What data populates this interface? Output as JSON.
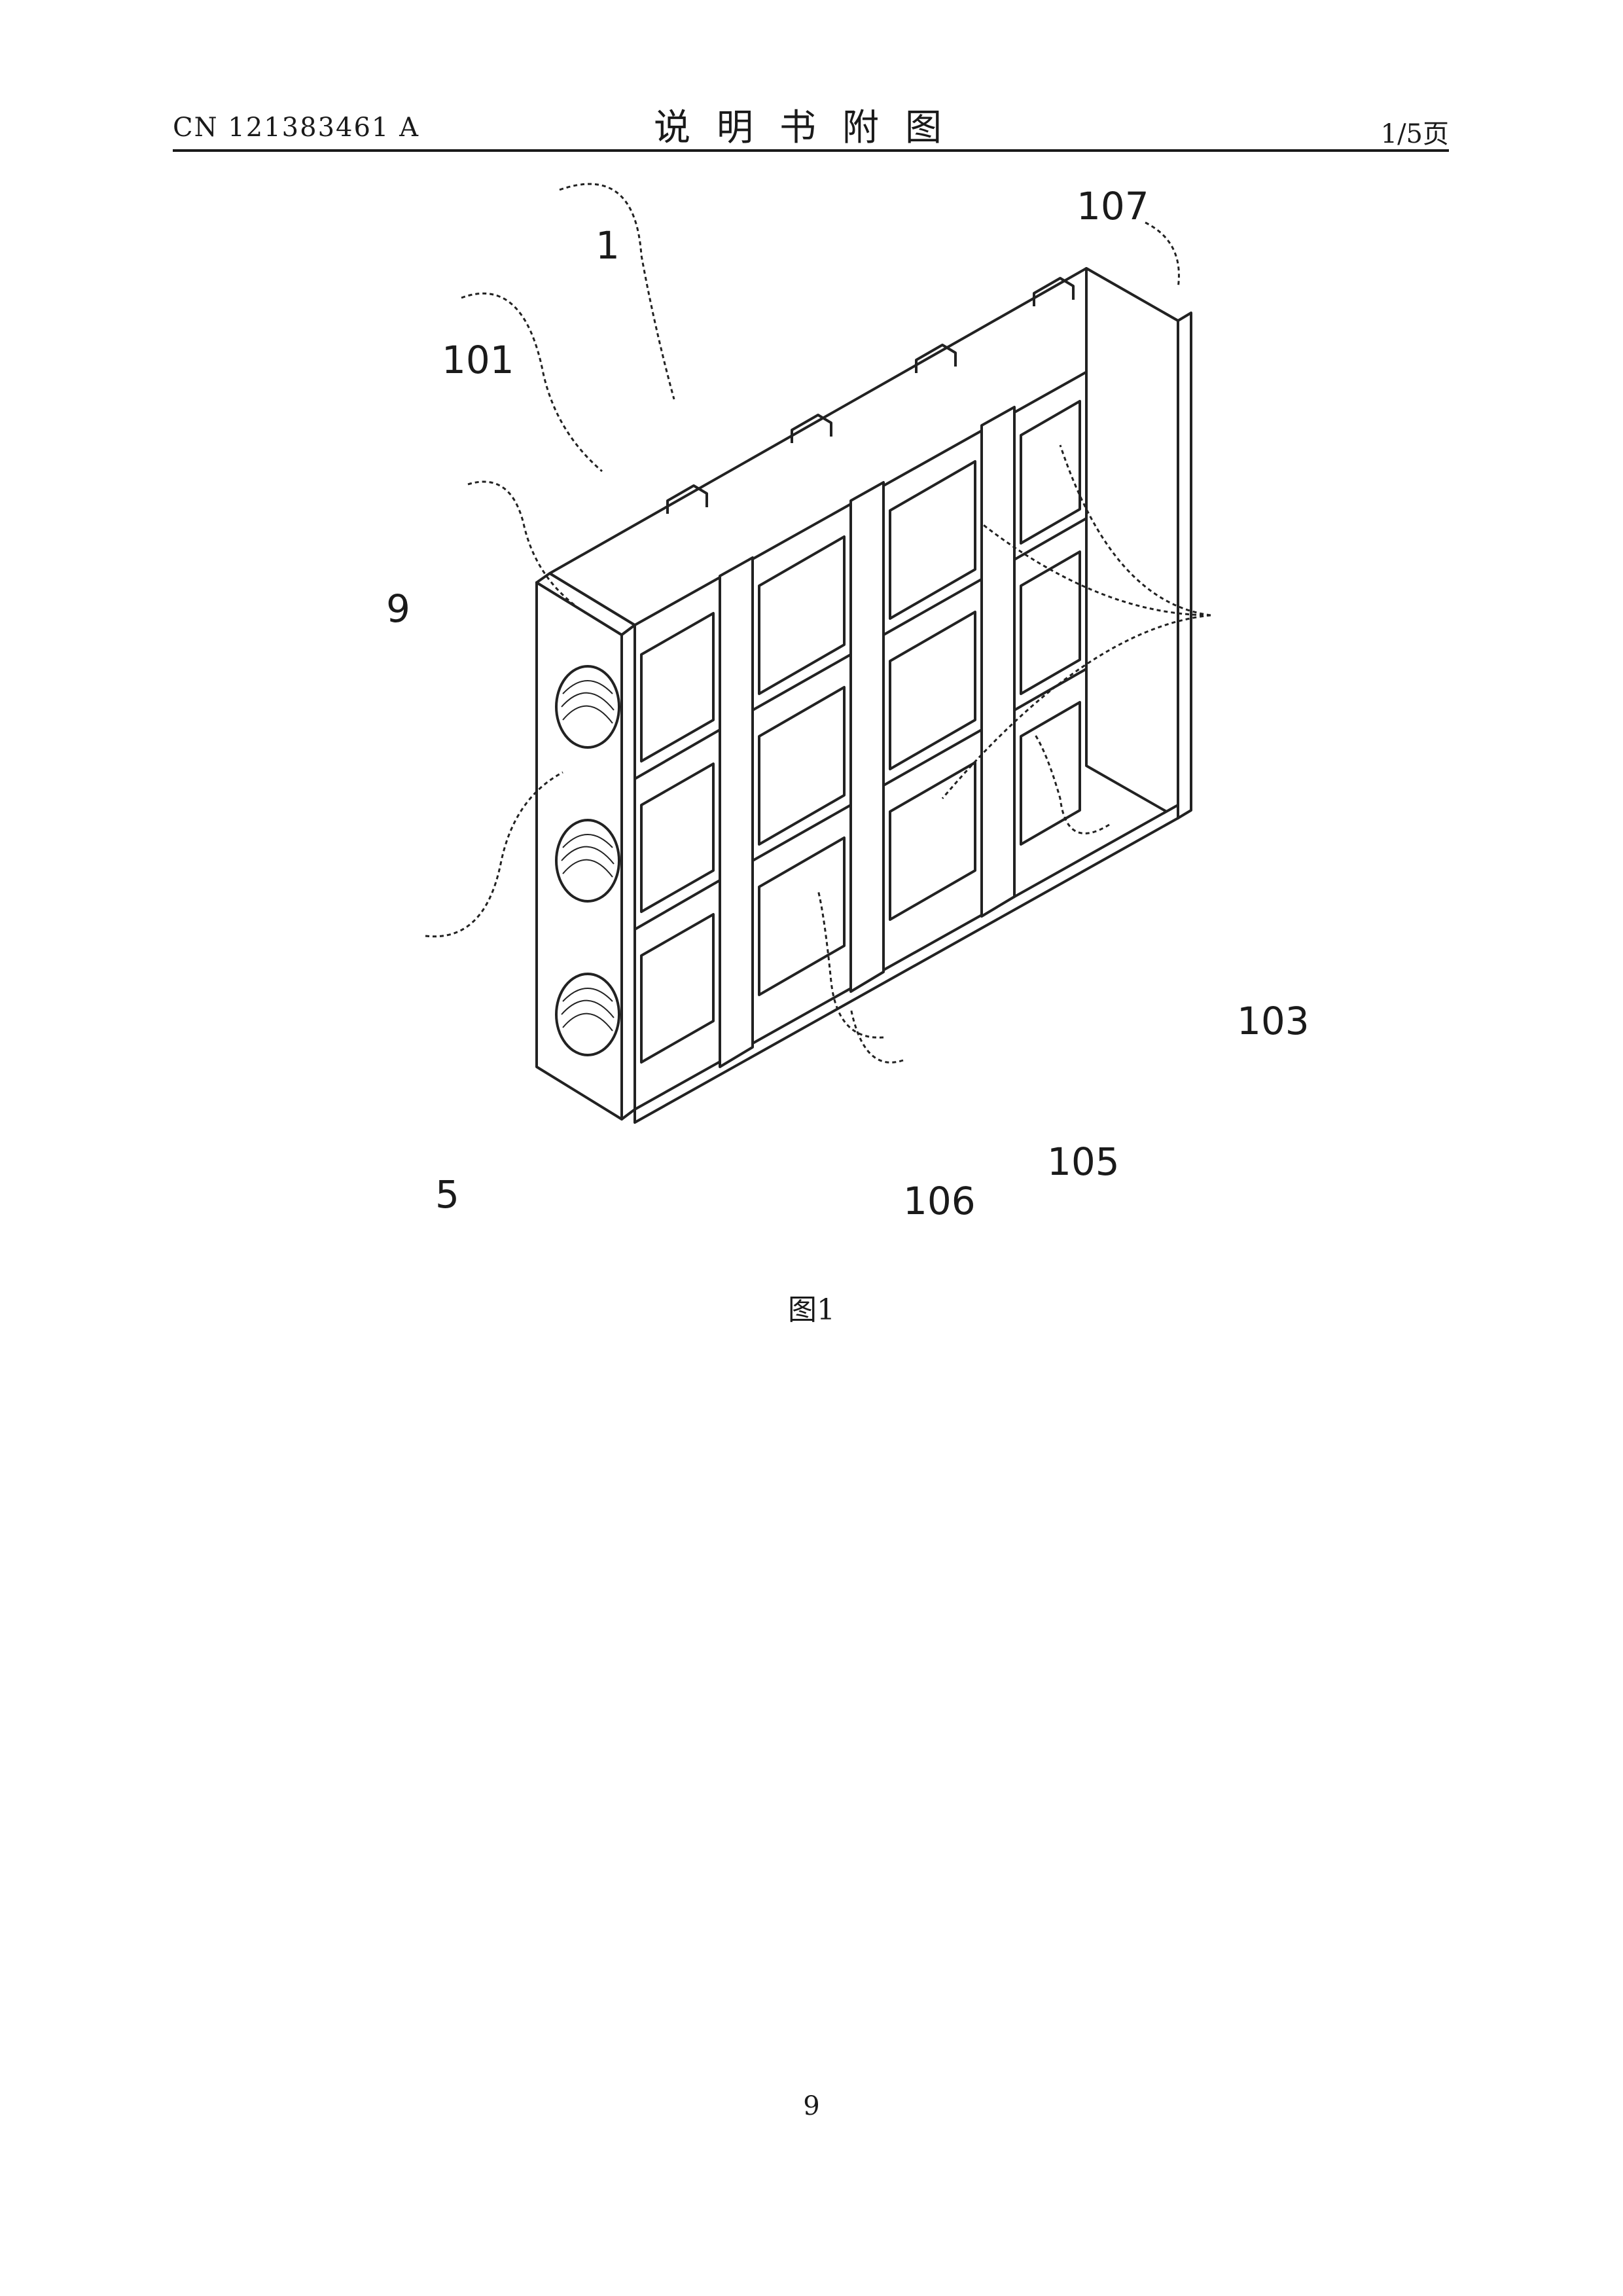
{
  "header": {
    "publication_number": "CN 121383461 A",
    "section_title": "说明书附图",
    "page_indicator": "1/5页"
  },
  "figure": {
    "caption": "图1",
    "reference_labels": {
      "frame": "1",
      "hole": "101",
      "side_plate": "9",
      "window": "103",
      "post": "105",
      "beam": "106",
      "top_rail": "107",
      "port": "5"
    }
  },
  "footer": {
    "page_number": "9"
  }
}
